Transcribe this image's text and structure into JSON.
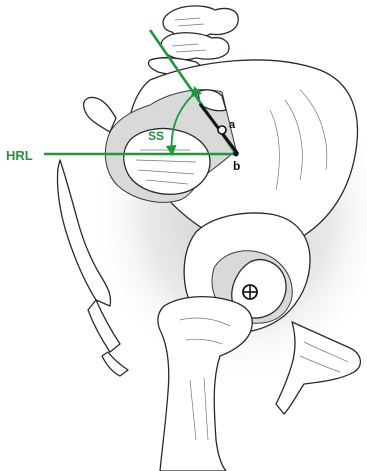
{
  "labels": {
    "hrl": "HRL",
    "ss": "SS",
    "point_a": "a",
    "point_b": "b"
  },
  "colors": {
    "reference_lines": "#1a9a3a",
    "sacral_endplate": "#111111",
    "bone_outline": "#2a2a2a",
    "shadow": "#bfbfbf"
  },
  "icons": {
    "femoral_head_center": "circled-plus-icon",
    "endplate_midpoint": "open-circle-icon"
  }
}
